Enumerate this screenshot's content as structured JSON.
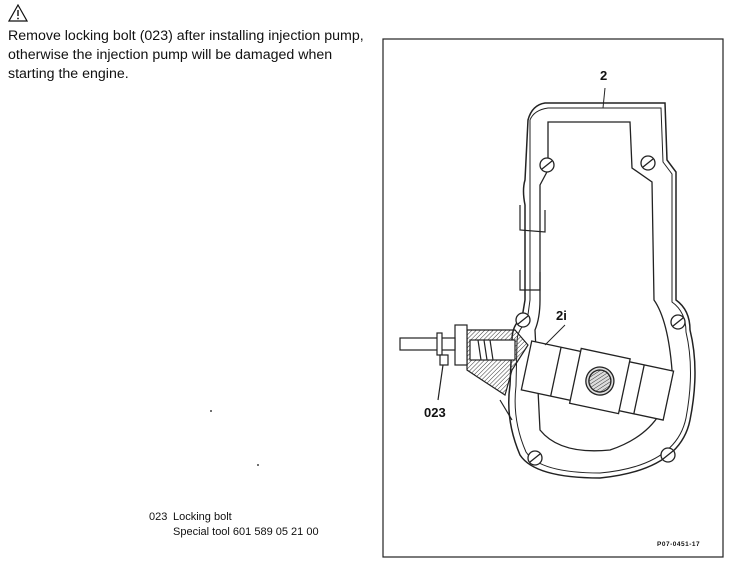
{
  "warning": {
    "icon": "warning-triangle-icon",
    "text": "Remove locking bolt (023) after installing injection pump, otherwise the injection pump will be damaged when starting the engine."
  },
  "figure": {
    "labels": {
      "part_2": "2",
      "part_2i": "2i",
      "part_023": "023"
    },
    "figure_number": "P07-0451-17"
  },
  "legend": {
    "code": "023",
    "name": "Locking bolt",
    "tool": "Special tool 601 589 05 21 00"
  }
}
